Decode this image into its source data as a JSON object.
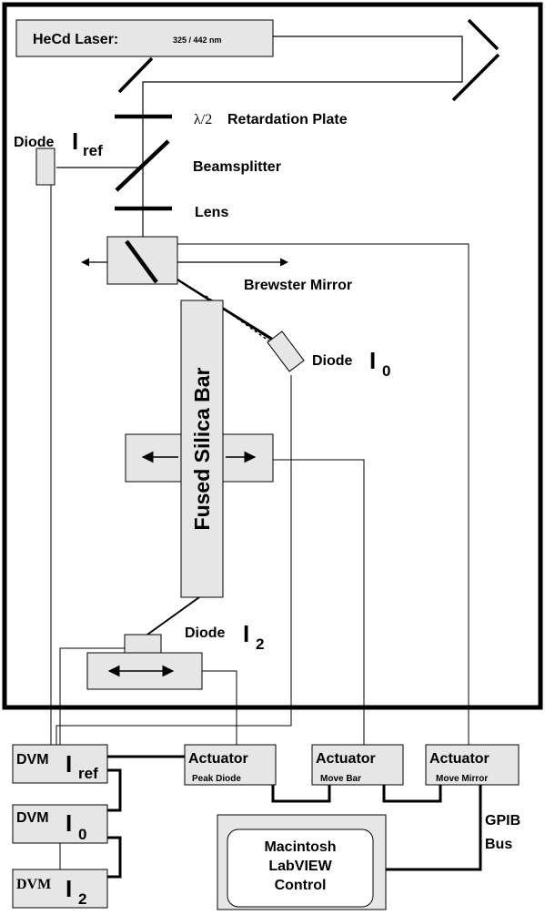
{
  "laser": {
    "name": "HeCd Laser:",
    "wavelength": "325 / 442 nm"
  },
  "optics": {
    "lambda_symbol": "λ/2",
    "retardation_plate": "Retardation Plate",
    "beamsplitter": "Beamsplitter",
    "lens": "Lens",
    "brewster_mirror": "Brewster Mirror"
  },
  "diodes": {
    "ref": {
      "label": "Diode",
      "symbol": "I",
      "sub": "ref"
    },
    "i0": {
      "label": "Diode",
      "symbol": "I",
      "sub": "0"
    },
    "i2": {
      "label": "Diode",
      "symbol": "I",
      "sub": "2"
    }
  },
  "bar": {
    "label": "Fused Silica Bar"
  },
  "actuators": [
    {
      "title": "Actuator",
      "subtitle": "Peak Diode"
    },
    {
      "title": "Actuator",
      "subtitle": "Move Bar"
    },
    {
      "title": "Actuator",
      "subtitle": "Move Mirror"
    }
  ],
  "dvms": [
    {
      "label": "DVM",
      "symbol": "I",
      "sub": "ref"
    },
    {
      "label": "DVM",
      "symbol": "I",
      "sub": "0"
    },
    {
      "label": "DVM",
      "symbol": "I",
      "sub": "2"
    }
  ],
  "computer": {
    "line1": "Macintosh",
    "line2": "LabVIEW",
    "line3": "Control"
  },
  "gpib": {
    "line1": "GPIB",
    "line2": "Bus"
  },
  "colors": {
    "box_fill": "#e6e6e6",
    "line": "#000000",
    "background": "#ffffff"
  }
}
